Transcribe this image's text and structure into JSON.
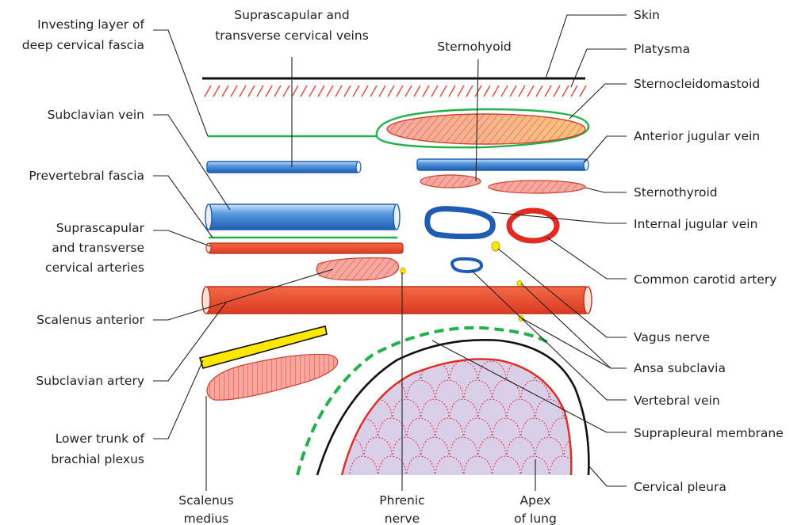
{
  "labels": {
    "investing_layer": [
      "Investing layer of",
      "deep cervical fascia"
    ],
    "suprascapular_veins": [
      "Suprascapular and",
      "transverse cervical veins"
    ],
    "sternohyoid": "Sternohyoid",
    "skin": "Skin",
    "platysma": "Platysma",
    "sternocleidomastoid": "Sternocleidomastoid",
    "subclavian_vein": "Subclavian vein",
    "anterior_jugular_vein": "Anterior jugular vein",
    "prevertebral_fascia": "Prevertebral fascia",
    "sternothyroid": "Sternothyroid",
    "suprascapular_arteries": [
      "Suprascapular",
      "and transverse",
      "cervical arteries"
    ],
    "internal_jugular_vein": "Internal jugular vein",
    "common_carotid_artery": "Common carotid artery",
    "scalenus_anterior": "Scalenus anterior",
    "vagus_nerve": "Vagus nerve",
    "ansa_subclavia": "Ansa subclavia",
    "subclavian_artery": "Subclavian artery",
    "vertebral_vein": "Vertebral vein",
    "lower_trunk": [
      "Lower trunk of",
      "brachial plexus"
    ],
    "suprapleural_membrane": "Suprapleural membrane",
    "cervical_pleura": "Cervical pleura",
    "scalenus_medius": [
      "Scalenus",
      "medius"
    ],
    "phrenic_nerve": [
      "Phrenic",
      "nerve"
    ],
    "apex_of_lung": [
      "Apex",
      "of lung"
    ]
  },
  "colors": {
    "vein_blue": "#2a6bc4",
    "artery_red": "#e8442a",
    "muscle_pink": "#f4a8a0",
    "fascia_green": "#22b04a",
    "nerve_yellow": "#ffe800",
    "lung_fill": "#d9cfe8",
    "leader_line": "#222222"
  }
}
